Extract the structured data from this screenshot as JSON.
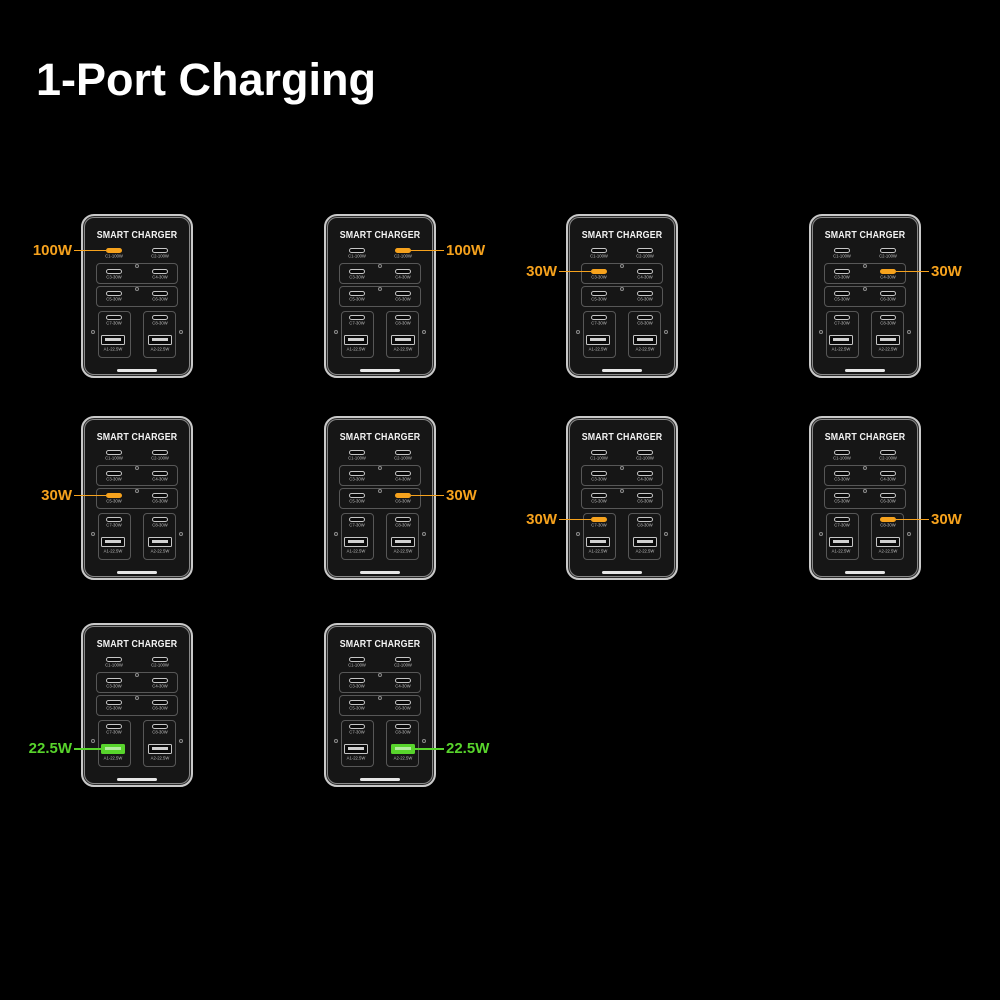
{
  "title": "1-Port Charging",
  "charger": {
    "name": "SMART CHARGER",
    "ports": [
      "C1-100W",
      "C2-100W",
      "C3-30W",
      "C4-30W",
      "C5-30W",
      "C6-30W",
      "C7-30W",
      "C8-30W",
      "A1-22.5W",
      "A2-22.5W"
    ]
  },
  "diagrams": [
    {
      "active_port": "C1-100W",
      "output": "100W"
    },
    {
      "active_port": "C2-100W",
      "output": "100W"
    },
    {
      "active_port": "C3-30W",
      "output": "30W"
    },
    {
      "active_port": "C4-30W",
      "output": "30W"
    },
    {
      "active_port": "C5-30W",
      "output": "30W"
    },
    {
      "active_port": "C6-30W",
      "output": "30W"
    },
    {
      "active_port": "C7-30W",
      "output": "30W"
    },
    {
      "active_port": "C8-30W",
      "output": "30W"
    },
    {
      "active_port": "A1-22.5W",
      "output": "22.5W"
    },
    {
      "active_port": "A2-22.5W",
      "output": "22.5W"
    }
  ],
  "colors": {
    "background": "#000000",
    "title": "#ffffff",
    "usb_c_highlight": "#f6a21d",
    "usb_a_highlight": "#58d42c"
  }
}
